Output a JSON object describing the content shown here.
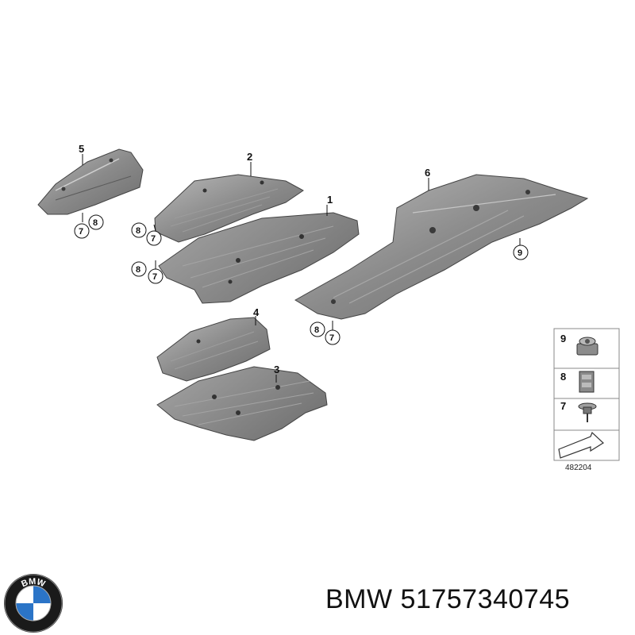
{
  "diagram": {
    "callouts": {
      "part_1": "1",
      "part_2": "2",
      "part_3": "3",
      "part_4": "4",
      "part_5": "5",
      "part_6": "6",
      "part_9": "9"
    },
    "fastener_pairs": [
      {
        "a": "7",
        "b": "8"
      },
      {
        "a": "8",
        "b": "7"
      },
      {
        "a": "8",
        "b": "7"
      },
      {
        "a": "8",
        "b": "7"
      }
    ],
    "legend": {
      "items": [
        {
          "label": "9",
          "icon": "nut-icon"
        },
        {
          "label": "8",
          "icon": "clip-nut-icon"
        },
        {
          "label": "7",
          "icon": "screw-icon"
        }
      ],
      "figure_number": "482204"
    }
  },
  "brand": {
    "logo_letters": "BMW",
    "colors": {
      "blue": "#2b74c7",
      "black": "#1a1a1a",
      "white": "#ffffff"
    }
  },
  "caption": {
    "text": "BMW 51757340745"
  }
}
